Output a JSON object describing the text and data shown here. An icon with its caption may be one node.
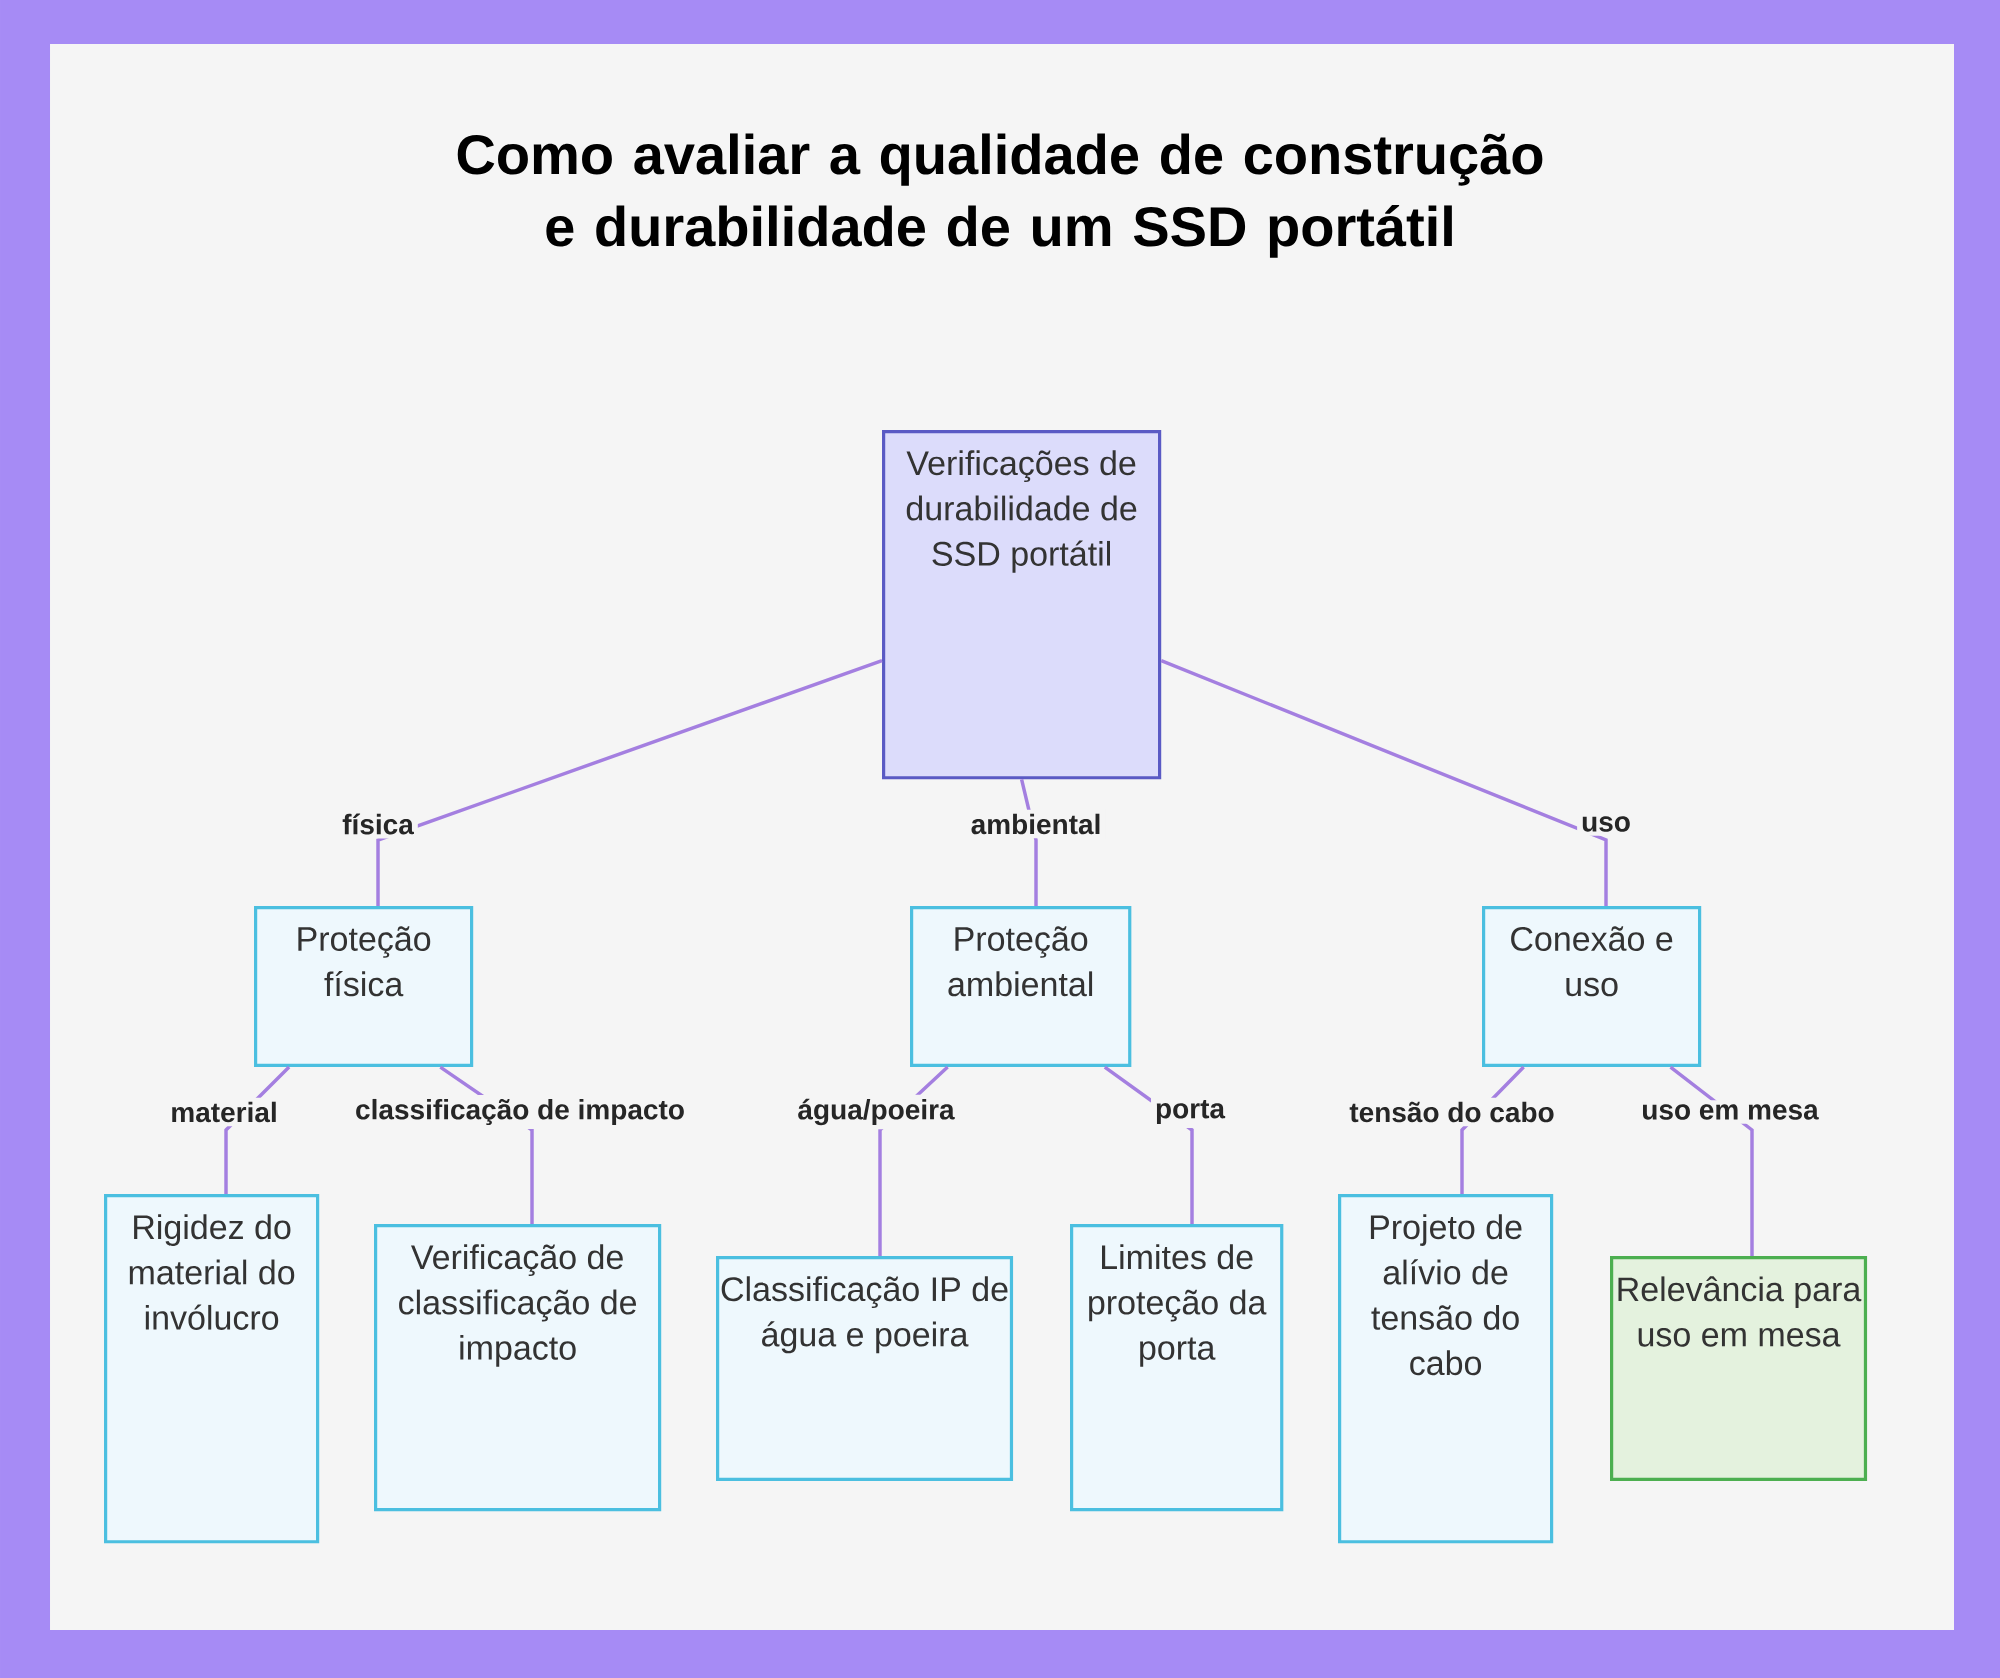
{
  "diagram": {
    "title": "Como avaliar a qualidade de construção e durabilidade de um SSD portátil",
    "nodes": [
      {
        "text": [
          "Verificações de durabilidade de SSD portátil"
        ]
      },
      {
        "text": [
          "Proteção física"
        ]
      },
      {
        "text": [
          "Proteção ambiental"
        ]
      },
      {
        "text": [
          "Conexão e uso"
        ]
      },
      {
        "text": [
          "Rigidez do material do invólucro"
        ]
      },
      {
        "text": [
          "Verificação de classificação de impacto"
        ]
      },
      {
        "text": [
          "Classificação IP de água e poeira"
        ]
      },
      {
        "text": [
          "Limites de proteção da porta"
        ]
      },
      {
        "text": [
          "Projeto de alívio de tensão do cabo"
        ]
      },
      {
        "text": [
          "Relevância para uso em mesa"
        ]
      }
    ],
    "edges": [
      {
        "from": 0,
        "to": 1,
        "arrow": "none",
        "label": "física"
      },
      {
        "from": 0,
        "to": 2,
        "arrow": "none",
        "label": "ambiental"
      },
      {
        "from": 0,
        "to": 3,
        "arrow": "none",
        "label": "uso"
      },
      {
        "from": 1,
        "to": 4,
        "arrow": "none",
        "label": "material"
      },
      {
        "from": 1,
        "to": 5,
        "arrow": "none",
        "label": "classificação de impacto"
      },
      {
        "from": 2,
        "to": 6,
        "arrow": "none",
        "label": "água/poeira"
      },
      {
        "from": 2,
        "to": 7,
        "arrow": "none",
        "label": "porta"
      },
      {
        "from": 3,
        "to": 8,
        "arrow": "none",
        "label": "tensão do cabo"
      },
      {
        "from": 3,
        "to": 9,
        "arrow": "none",
        "label": "uso em mesa"
      }
    ]
  }
}
